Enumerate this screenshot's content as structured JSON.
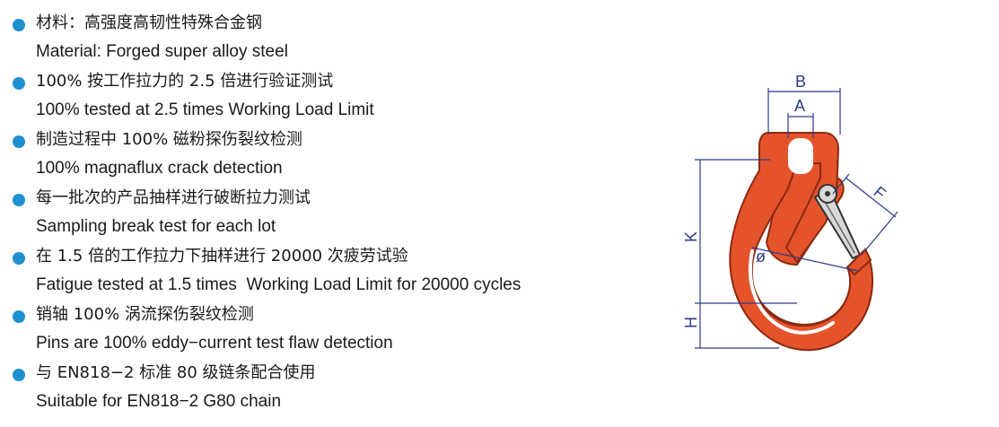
{
  "colors": {
    "bullet": "#1e90cf",
    "hook_orange": "#e5532b",
    "hook_outline": "#8b2a12",
    "dimension_line": "#2e3b8c"
  },
  "specs": [
    {
      "zh": "材料：高强度高韧性特殊合金钢",
      "en": "Material: Forged super alloy steel"
    },
    {
      "zh": "100% 按工作拉力的 2.5 倍进行验证测试",
      "en": "100% tested at 2.5 times Working Load Limit"
    },
    {
      "zh": "制造过程中 100% 磁粉探伤裂纹检测",
      "en": "100% magnaflux crack detection"
    },
    {
      "zh": "每一批次的产品抽样进行破断拉力测试",
      "en": "Sampling break test for each lot"
    },
    {
      "zh": "在 1.5 倍的工作拉力下抽样进行 20000 次疲劳试验",
      "en": "Fatigue tested at 1.5 times  Working Load Limit for 20000 cycles"
    },
    {
      "zh": "销轴 100% 涡流探伤裂纹检测",
      "en": "Pins are 100% eddy−current test flaw detection"
    },
    {
      "zh": "与 EN818−2 标准 80 级链条配合使用",
      "en": "Suitable for EN818−2 G80 chain"
    }
  ],
  "diagram": {
    "labels": {
      "B": "B",
      "A": "A",
      "K": "K",
      "F": "F",
      "D": "ø",
      "H": "H"
    }
  }
}
